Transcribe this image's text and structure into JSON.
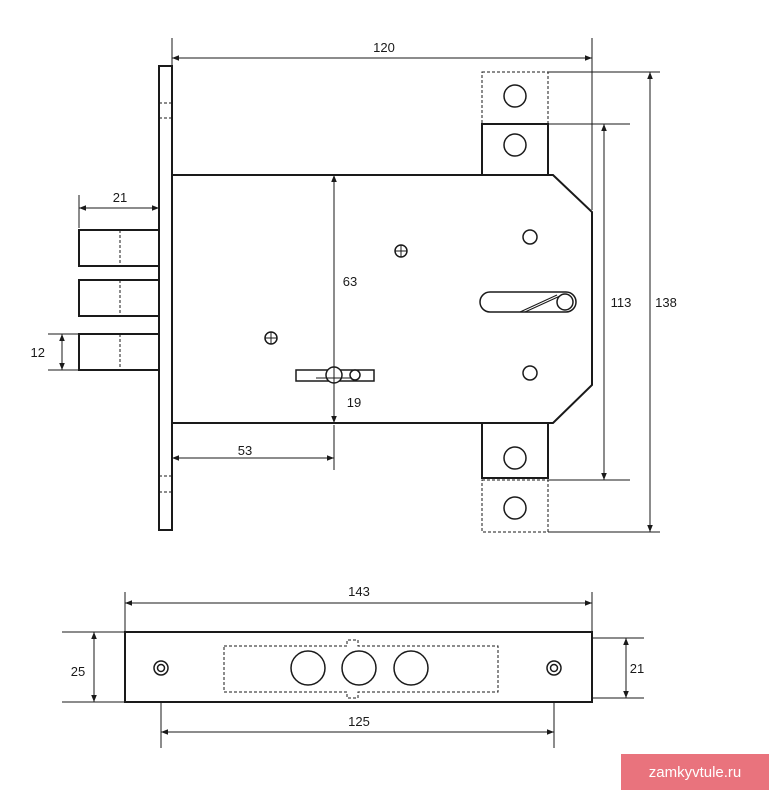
{
  "dimensions": {
    "top_width": "120",
    "bolt_length": "21",
    "bolt_height": "12",
    "case_height": "63",
    "backset": "53",
    "cylinder_offset": "19",
    "strike_inner": "113",
    "strike_outer": "138",
    "faceplate_length": "143",
    "faceplate_width": "25",
    "faceplate_inner": "21",
    "screw_spacing": "125"
  },
  "watermark": "zamkyvtule.ru"
}
